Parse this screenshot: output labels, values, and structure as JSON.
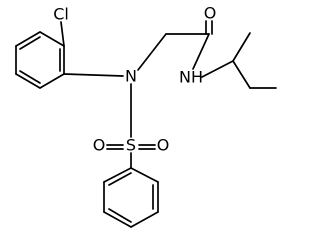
{
  "molecule": {
    "atoms": {
      "chlorine": "Cl",
      "carbonyl_oxygen": "O",
      "amide_nitrogen": "NH",
      "sulfonamide_nitrogen": "N",
      "sulfur": "S",
      "sulfonyl_oxygen_left": "O",
      "sulfonyl_oxygen_right": "O"
    }
  }
}
